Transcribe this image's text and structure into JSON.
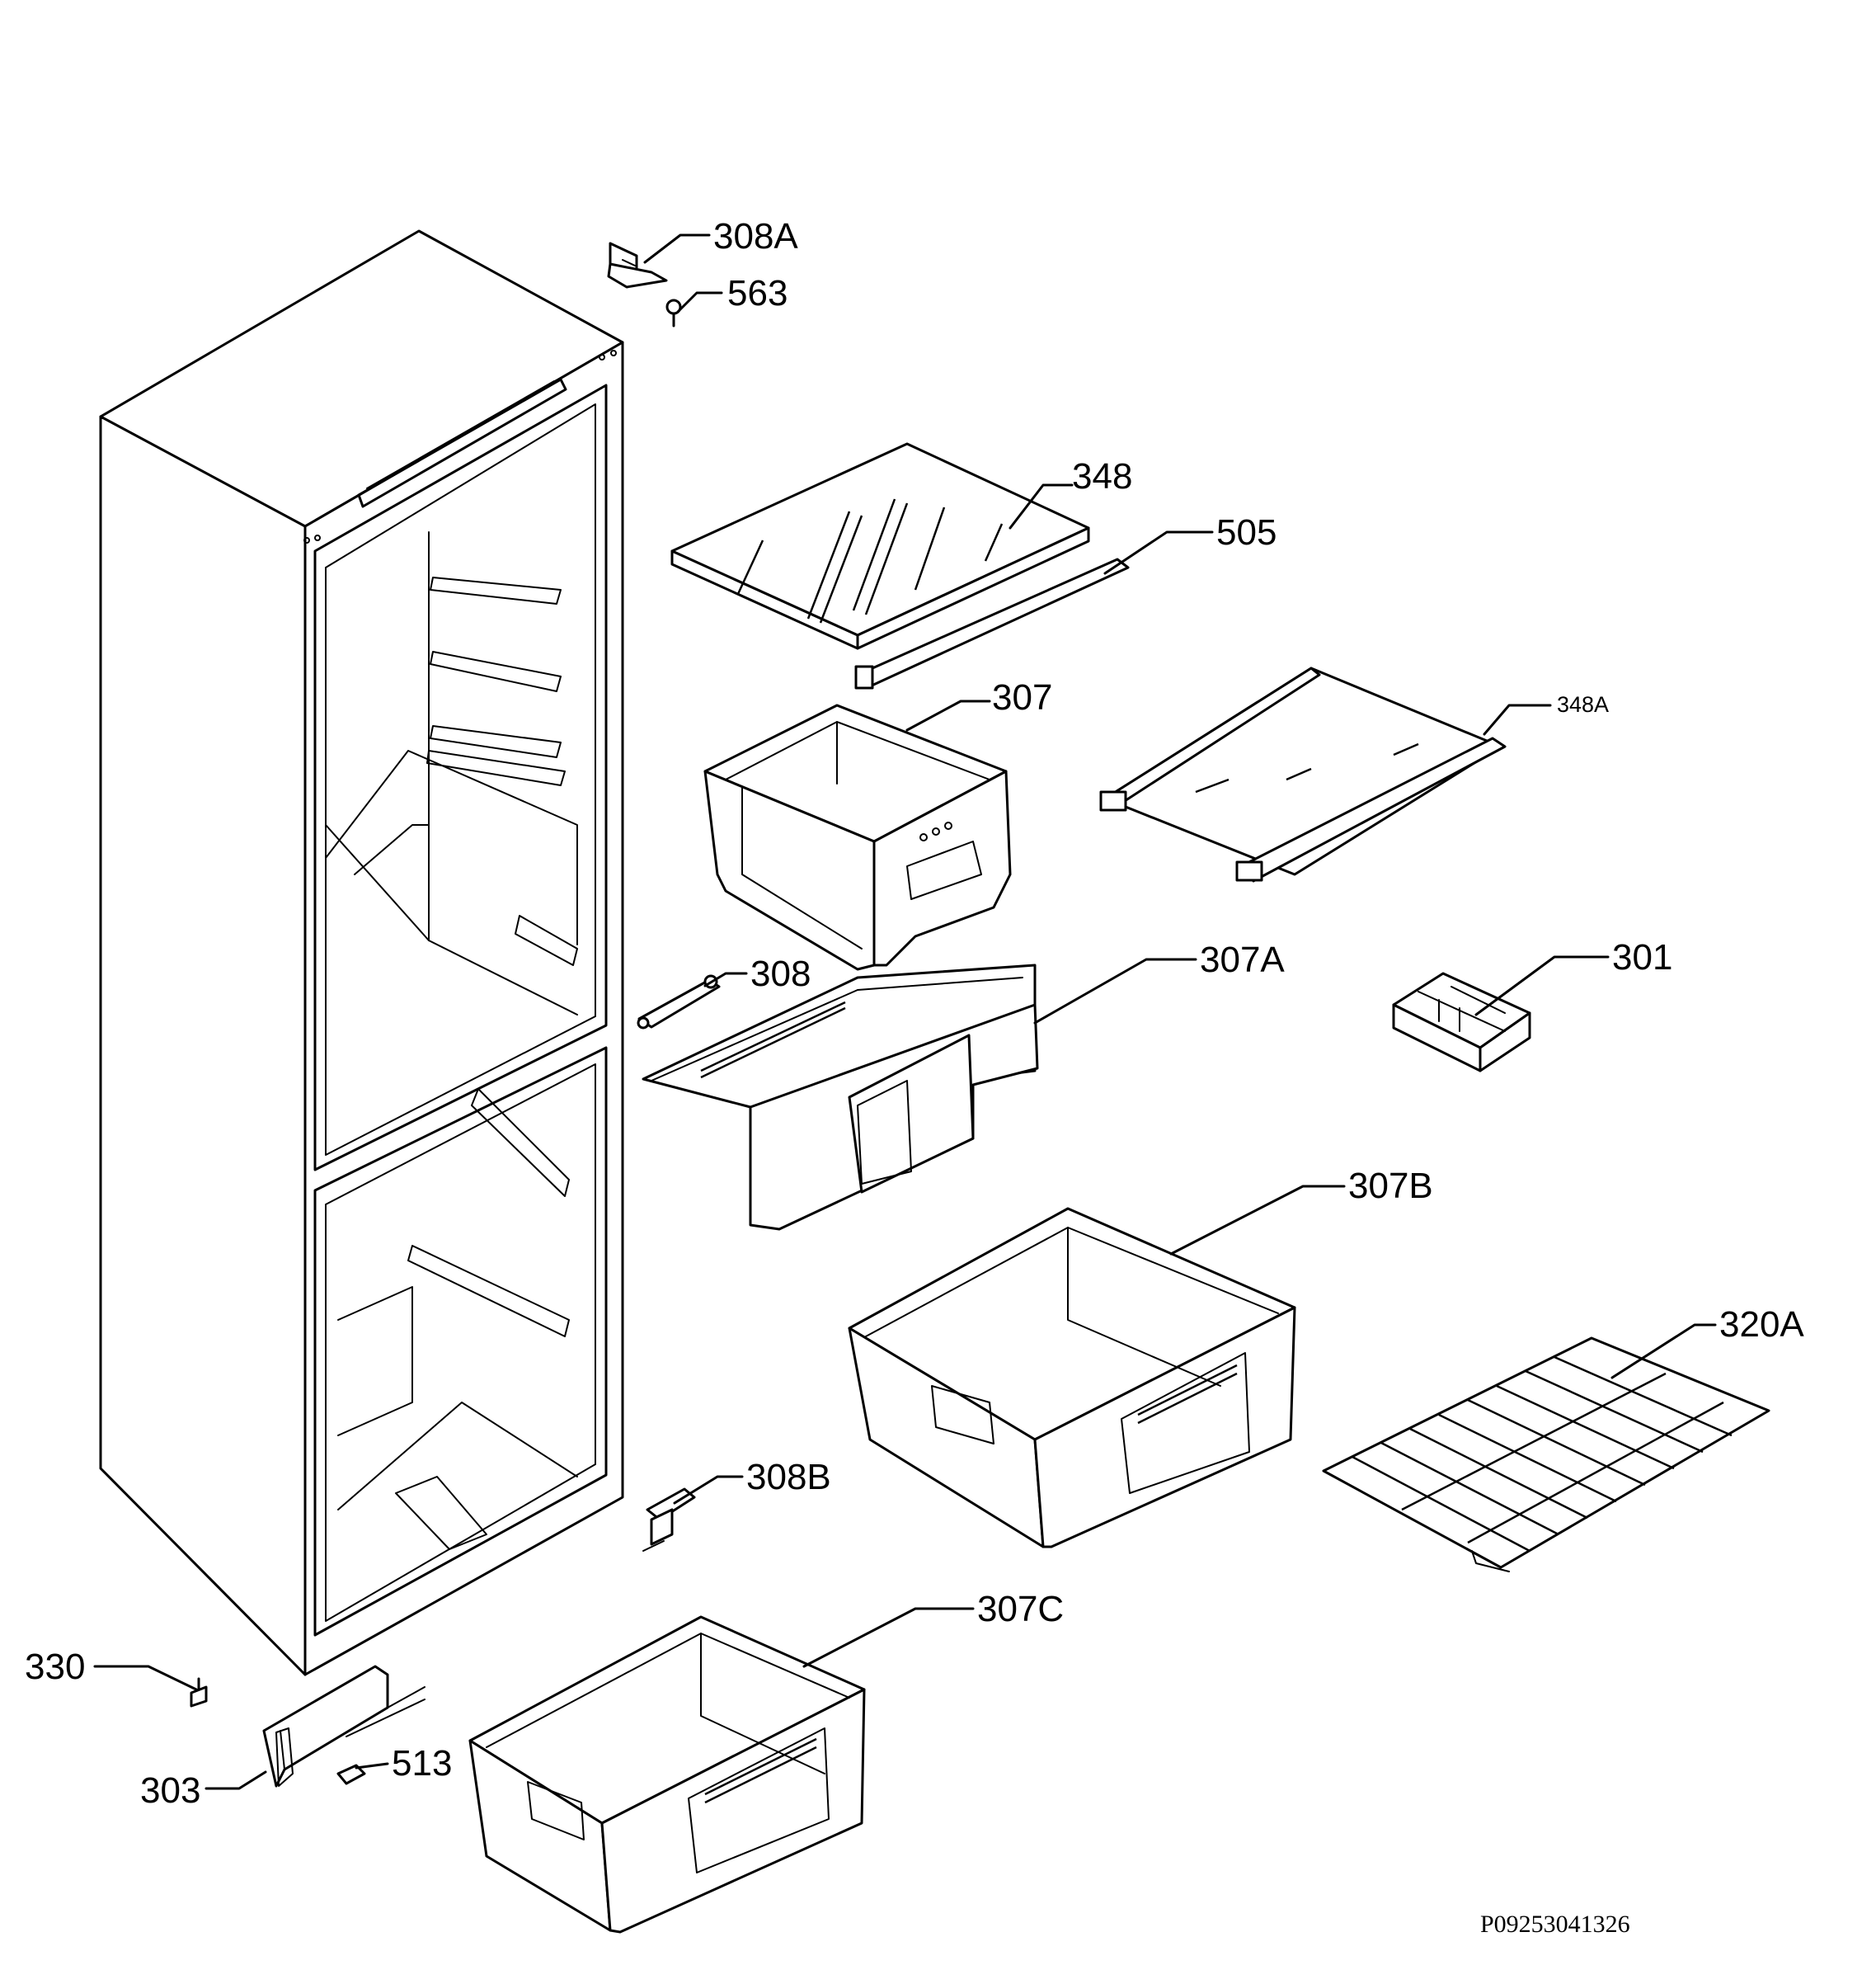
{
  "labels": {
    "p308A": "308A",
    "p563": "563",
    "p348": "348",
    "p505": "505",
    "p307": "307",
    "p348A": "348A",
    "p308": "308",
    "p307A": "307A",
    "p301": "301",
    "p307B": "307B",
    "p320A": "320A",
    "p308B": "308B",
    "p307C": "307C",
    "p330": "330",
    "p303": "303",
    "p513": "513"
  },
  "drawing_code": "P09253041326",
  "colors": {
    "line": "#000000",
    "background": "#ffffff"
  }
}
